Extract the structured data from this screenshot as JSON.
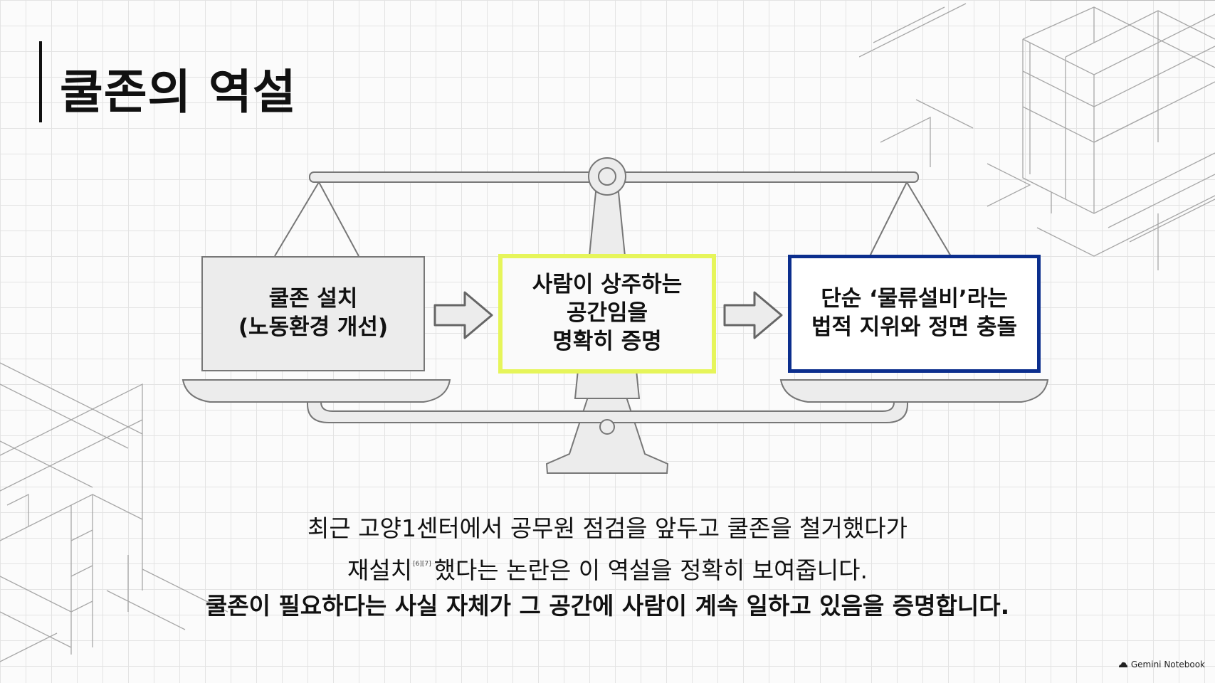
{
  "slide": {
    "title": "쿨존의 역설"
  },
  "scale_boxes": {
    "left": {
      "line1": "쿨존 설치",
      "line2": "(노동환경 개선)"
    },
    "center": {
      "line1": "사람이 상주하는",
      "line2": "공간임을",
      "line3": "명확히 증명"
    },
    "right": {
      "line1": "단순 ‘물류설비’라는",
      "line2": "법적 지위와 정면 충돌"
    }
  },
  "caption": {
    "line1": "최근 고양1센터에서 공무원 점검을 앞두고 쿨존을 철거했다가",
    "line2_pre": "재설치",
    "line2_ref": "[6][7]",
    "line2_post": "했다는 논란은 이 역설을 정확히 보여줍니다.",
    "line3": "쿨존이 필요하다는 사실 자체가 그 공간에 사람이 계속 일하고 있음을 증명합니다."
  },
  "watermark": {
    "icon": "cloud-icon",
    "text": "Gemini Notebook"
  },
  "colors": {
    "center_border": "#e6f55a",
    "right_border": "#0b2e8d",
    "left_fill": "#ececec",
    "scale_fill": "#ececec",
    "scale_stroke": "#777777"
  }
}
